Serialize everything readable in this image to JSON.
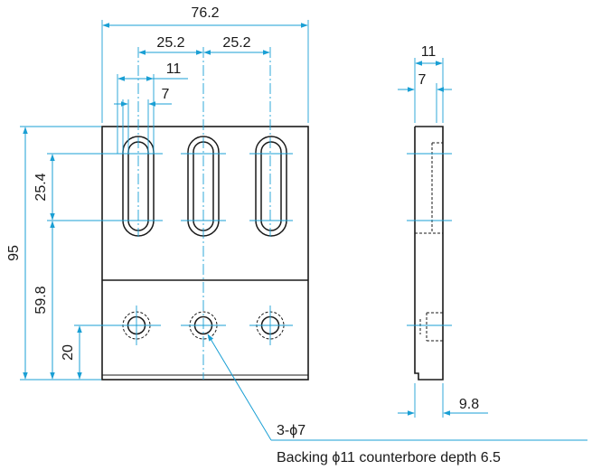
{
  "colors": {
    "part_line": "#1a1a1a",
    "dimension_line": "#1a9fd4",
    "hidden_line": "#1a1a1a",
    "background": "#ffffff"
  },
  "front_view": {
    "dimensions": {
      "overall_width": "76.2",
      "slot_pitch_left": "25.2",
      "slot_pitch_right": "25.2",
      "slot_outer_width": "11",
      "slot_inner_width": "7",
      "overall_height": "95",
      "slot_length": "25.4",
      "slot_offset": "59.8",
      "hole_offset": "20"
    }
  },
  "side_view": {
    "dimensions": {
      "outer_thickness": "11",
      "inner_thickness": "7",
      "bottom_thickness": "9.8"
    }
  },
  "callout": {
    "hole_count_note": "3-ϕ7",
    "counterbore_note": "Backing ϕ11 counterbore depth 6.5"
  }
}
